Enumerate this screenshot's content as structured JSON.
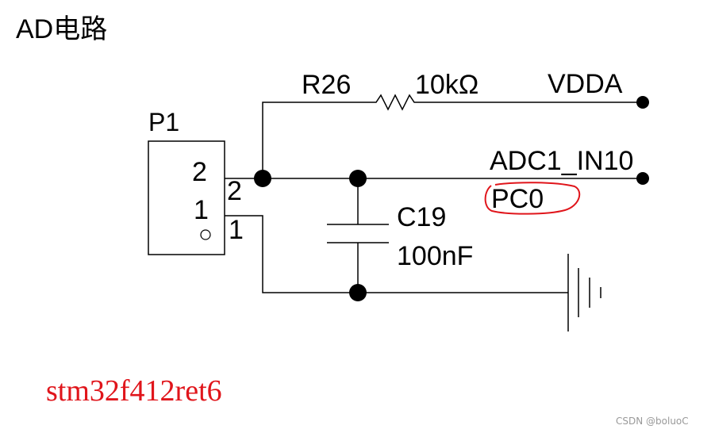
{
  "title": "AD电路",
  "connector": {
    "designator": "P1",
    "inner_pin_top": "2",
    "inner_pin_bottom": "1",
    "outer_pin_top": "2",
    "outer_pin_bottom": "1"
  },
  "resistor": {
    "designator": "R26",
    "value": "10kΩ"
  },
  "capacitor": {
    "designator": "C19",
    "value": "100nF"
  },
  "nets": {
    "supply": "VDDA",
    "signal": "ADC1_IN10"
  },
  "annotation": {
    "pin_name": "PC0",
    "chip": "stm32f412ret6",
    "circle_color": "#e0151b"
  },
  "watermark": "CSDN @boluoC"
}
